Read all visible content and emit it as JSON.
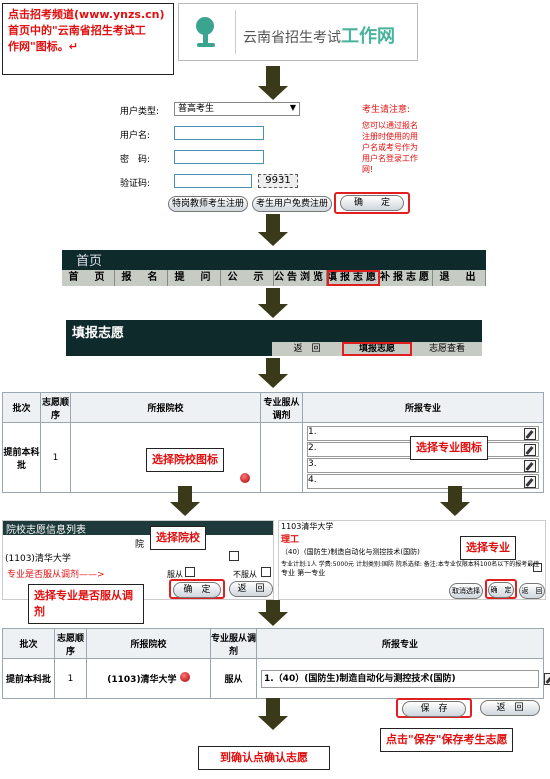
{
  "intro": {
    "line1": "点击招考频道(www.ynzs.cn)",
    "line2": "首页中的\"云南省招生考试工",
    "line3": "作网\"图标。↵"
  },
  "site": {
    "name": "云南省招生考试",
    "name_strong": "工作网"
  },
  "login": {
    "user_type_label": "用户类型:",
    "user_type_value": "普高考生",
    "username_label": "用户名:",
    "password_label": "密　码:",
    "captcha_label": "验证码:",
    "captcha_value": "9931",
    "note_title": "考生请注意:",
    "note_body": "您可以通过报名注册时使用的用户名或考号作为用户名登录工作网!",
    "btn_teacher": "特岗教师考生注册",
    "btn_free": "考生用户免费注册",
    "btn_confirm": "确　　定"
  },
  "nav": {
    "title": "首页",
    "tabs": [
      "首　页",
      "报　名",
      "提　问",
      "公　示",
      "公告浏览",
      "填报志愿",
      "补报志愿",
      "退　出"
    ]
  },
  "fill": {
    "title": "填报志愿",
    "back": "返　回",
    "fill": "填报志愿",
    "view": "志愿查看"
  },
  "table1": {
    "headers": [
      "批次",
      "志愿顺序",
      "所报院校",
      "专业服从调剂",
      "所报专业"
    ],
    "batch": "提前本科批",
    "order": "1",
    "majors": [
      "1.",
      "2.",
      "3.",
      "4."
    ],
    "callout_school": "选择院校图标",
    "callout_major": "选择专业图标"
  },
  "school_panel": {
    "title": "院校志愿信息列表",
    "col": "院",
    "item": "(1103)清华大学",
    "obey_label": "专业是否服从调剂——>",
    "obey": "服从",
    "not_obey": "不服从",
    "ok": "确　定",
    "back": "返　回",
    "callout_select": "选择院校",
    "callout_obey": "选择专业是否服从调剂"
  },
  "major_panel": {
    "school": "1103清华大学",
    "category": "理工",
    "major": "（40）(国防生)制造自动化与测控技术(国防)",
    "detail": "专业计划:1人 学费:5000元 计划类别:国防 院系选择:  备注:本专业仅限本科100名以下的报考最佳",
    "step": "专业 第一专业",
    "cancel": "取消选择",
    "ok": "确　定",
    "back": "返　回",
    "callout": "选择专业"
  },
  "table2": {
    "headers": [
      "批次",
      "志愿顺序",
      "所报院校",
      "专业服从调剂",
      "所报专业"
    ],
    "batch": "提前本科批",
    "order": "1",
    "school": "(1103)清华大学",
    "obey": "服从",
    "major": "1.（40）(国防生)制造自动化与测控技术(国防)",
    "save": "保　存",
    "back": "返　回",
    "callout_save": "点击\"保存\"保存考生志愿"
  },
  "final": {
    "text": "到确认点确认志愿"
  }
}
